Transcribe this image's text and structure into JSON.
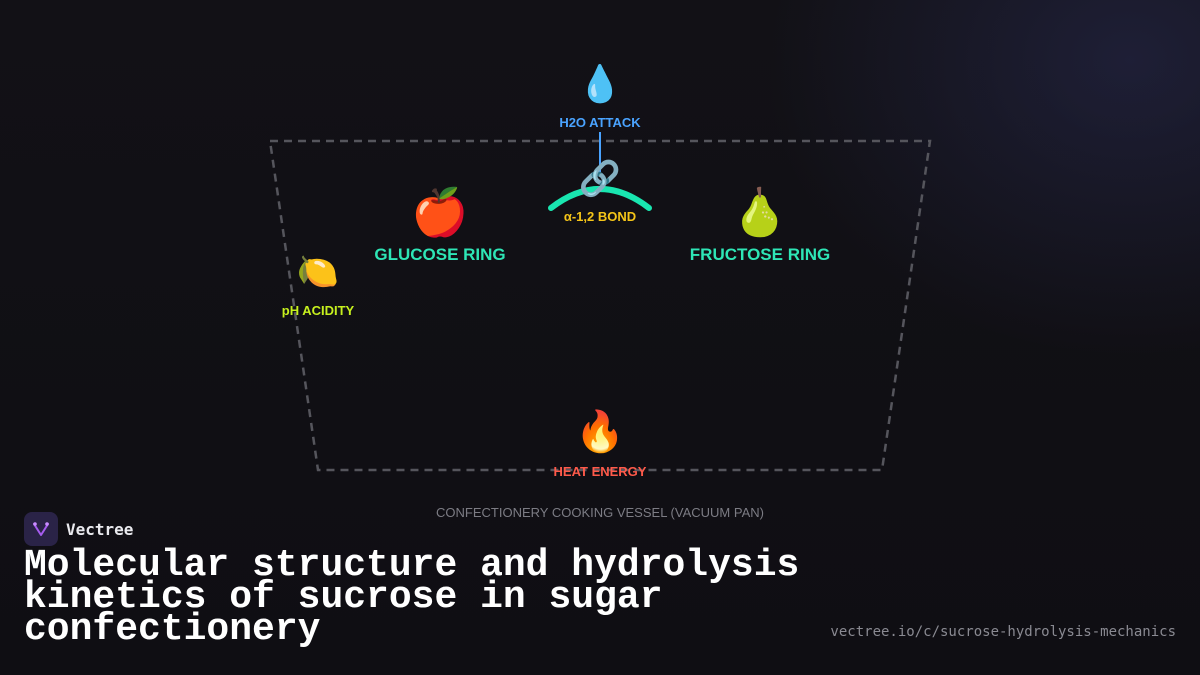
{
  "diagram": {
    "nodes": {
      "h2o_attack": {
        "icon": "water-droplet-icon",
        "glyph": "💧",
        "label": "H2O ATTACK",
        "color": "#4aa3ff"
      },
      "bond": {
        "icon": "chain-link-icon",
        "glyph": "🔗",
        "label": "α-1,2 BOND",
        "color": "#f5c518",
        "arc_color": "#19e6b0"
      },
      "glucose": {
        "icon": "apple-icon",
        "glyph": "🍎",
        "label": "GLUCOSE RING",
        "color": "#2ee6b6"
      },
      "fructose": {
        "icon": "pear-icon",
        "glyph": "🍐",
        "label": "FRUCTOSE RING",
        "color": "#2ee6b6"
      },
      "ph": {
        "icon": "lemon-icon",
        "glyph": "🍋",
        "label": "pH ACIDITY",
        "color": "#c6f01e"
      },
      "heat": {
        "icon": "fire-icon",
        "glyph": "🔥",
        "label": "HEAT ENERGY",
        "color": "#ff5a4a"
      }
    },
    "vessel": {
      "label": "CONFECTIONERY COOKING VESSEL (VACUUM PAN)",
      "border_color": "#55555c",
      "label_color": "#7c7c84"
    }
  },
  "brand": {
    "name": "Vectree",
    "logo_icon": "vectree-logo-icon"
  },
  "title": "Molecular structure and hydrolysis kinetics of sucrose in sugar confectionery",
  "url": "vectree.io/c/sucrose-hydrolysis-mechanics"
}
